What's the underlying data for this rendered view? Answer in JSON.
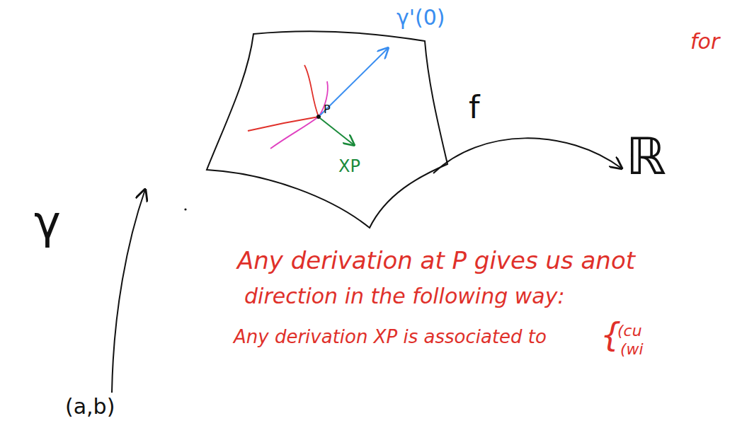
{
  "diagram": {
    "labels": [
      "γ'(0)",
      "P",
      "XP",
      "f",
      "ℝ",
      "γ",
      "(a,b)",
      "for",
      "Any derivation at P gives us anot",
      "direction in the following way:",
      "Any derivation XP is associated to",
      "{",
      "(cu",
      "(wi"
    ]
  }
}
